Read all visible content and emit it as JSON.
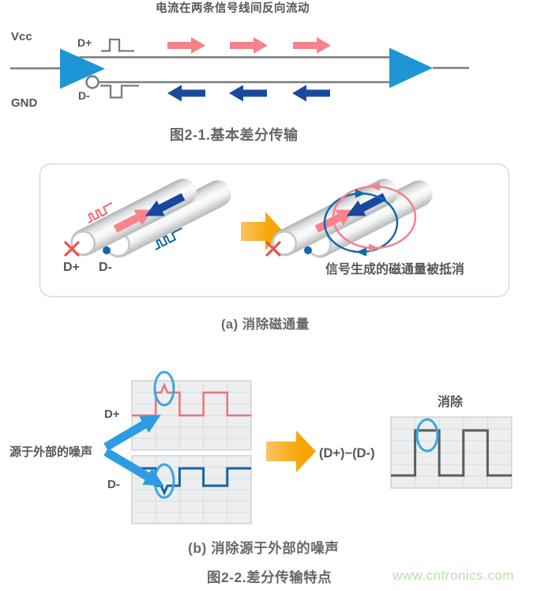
{
  "figure": {
    "top": {
      "title": "电流在两条信号线间反向流动",
      "vcc": "Vcc",
      "gnd": "GND",
      "d_plus": "D+",
      "d_minus": "D-",
      "caption": "图2-1.基本差分传输"
    },
    "panel_a": {
      "d_plus": "D+",
      "d_minus": "D-",
      "note": "信号生成的磁通量被抵消",
      "caption": "(a) 消除磁通量"
    },
    "panel_b": {
      "noise_label": "源于外部的噪声",
      "d_plus": "D+",
      "d_minus": "D-",
      "formula": "(D+)−(D-)",
      "cancel_label": "消除",
      "caption": "(b) 消除源于外部的噪声"
    },
    "caption": "图2-2.差分传输特点",
    "watermark": "www.cntronics.com"
  },
  "colors": {
    "driver_blue": "#1e95d4",
    "wire_gray": "#7b7b7b",
    "signal_pink": "#f8828a",
    "signal_dark_blue": "#1a4a9d",
    "highlight_orange": "#f7a600",
    "noise_arrow_blue": "#2e9ce2",
    "ellipse_blue": "#3aa8de",
    "wave_red": "#ee7178",
    "wave_blue": "#1565a5",
    "wave_gray": "#5d5d5d",
    "grid_bg": "#eceef0",
    "watermark_green": "#b9e0b0"
  }
}
